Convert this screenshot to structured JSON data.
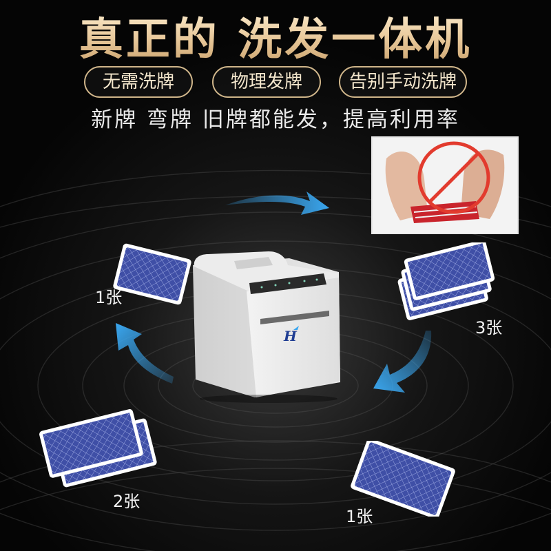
{
  "headline": "真正的 洗发一体机",
  "features": [
    "无需洗牌",
    "物理发牌",
    "告别手动洗牌"
  ],
  "subline": "新牌 弯牌 旧牌都能发，提高利用率",
  "card_counts": {
    "top_left": "1张",
    "right": "3张",
    "bottom_left": "2张",
    "bottom_right": "1张"
  },
  "colors": {
    "headline_gold": "#e8c89a",
    "card_blue": "#3f4fa6",
    "arrow_blue": "#3aa7f0",
    "no_sign_red": "#e23b2e"
  },
  "icons": [
    "no-shuffle-sign-icon",
    "machine-logo-icon"
  ]
}
